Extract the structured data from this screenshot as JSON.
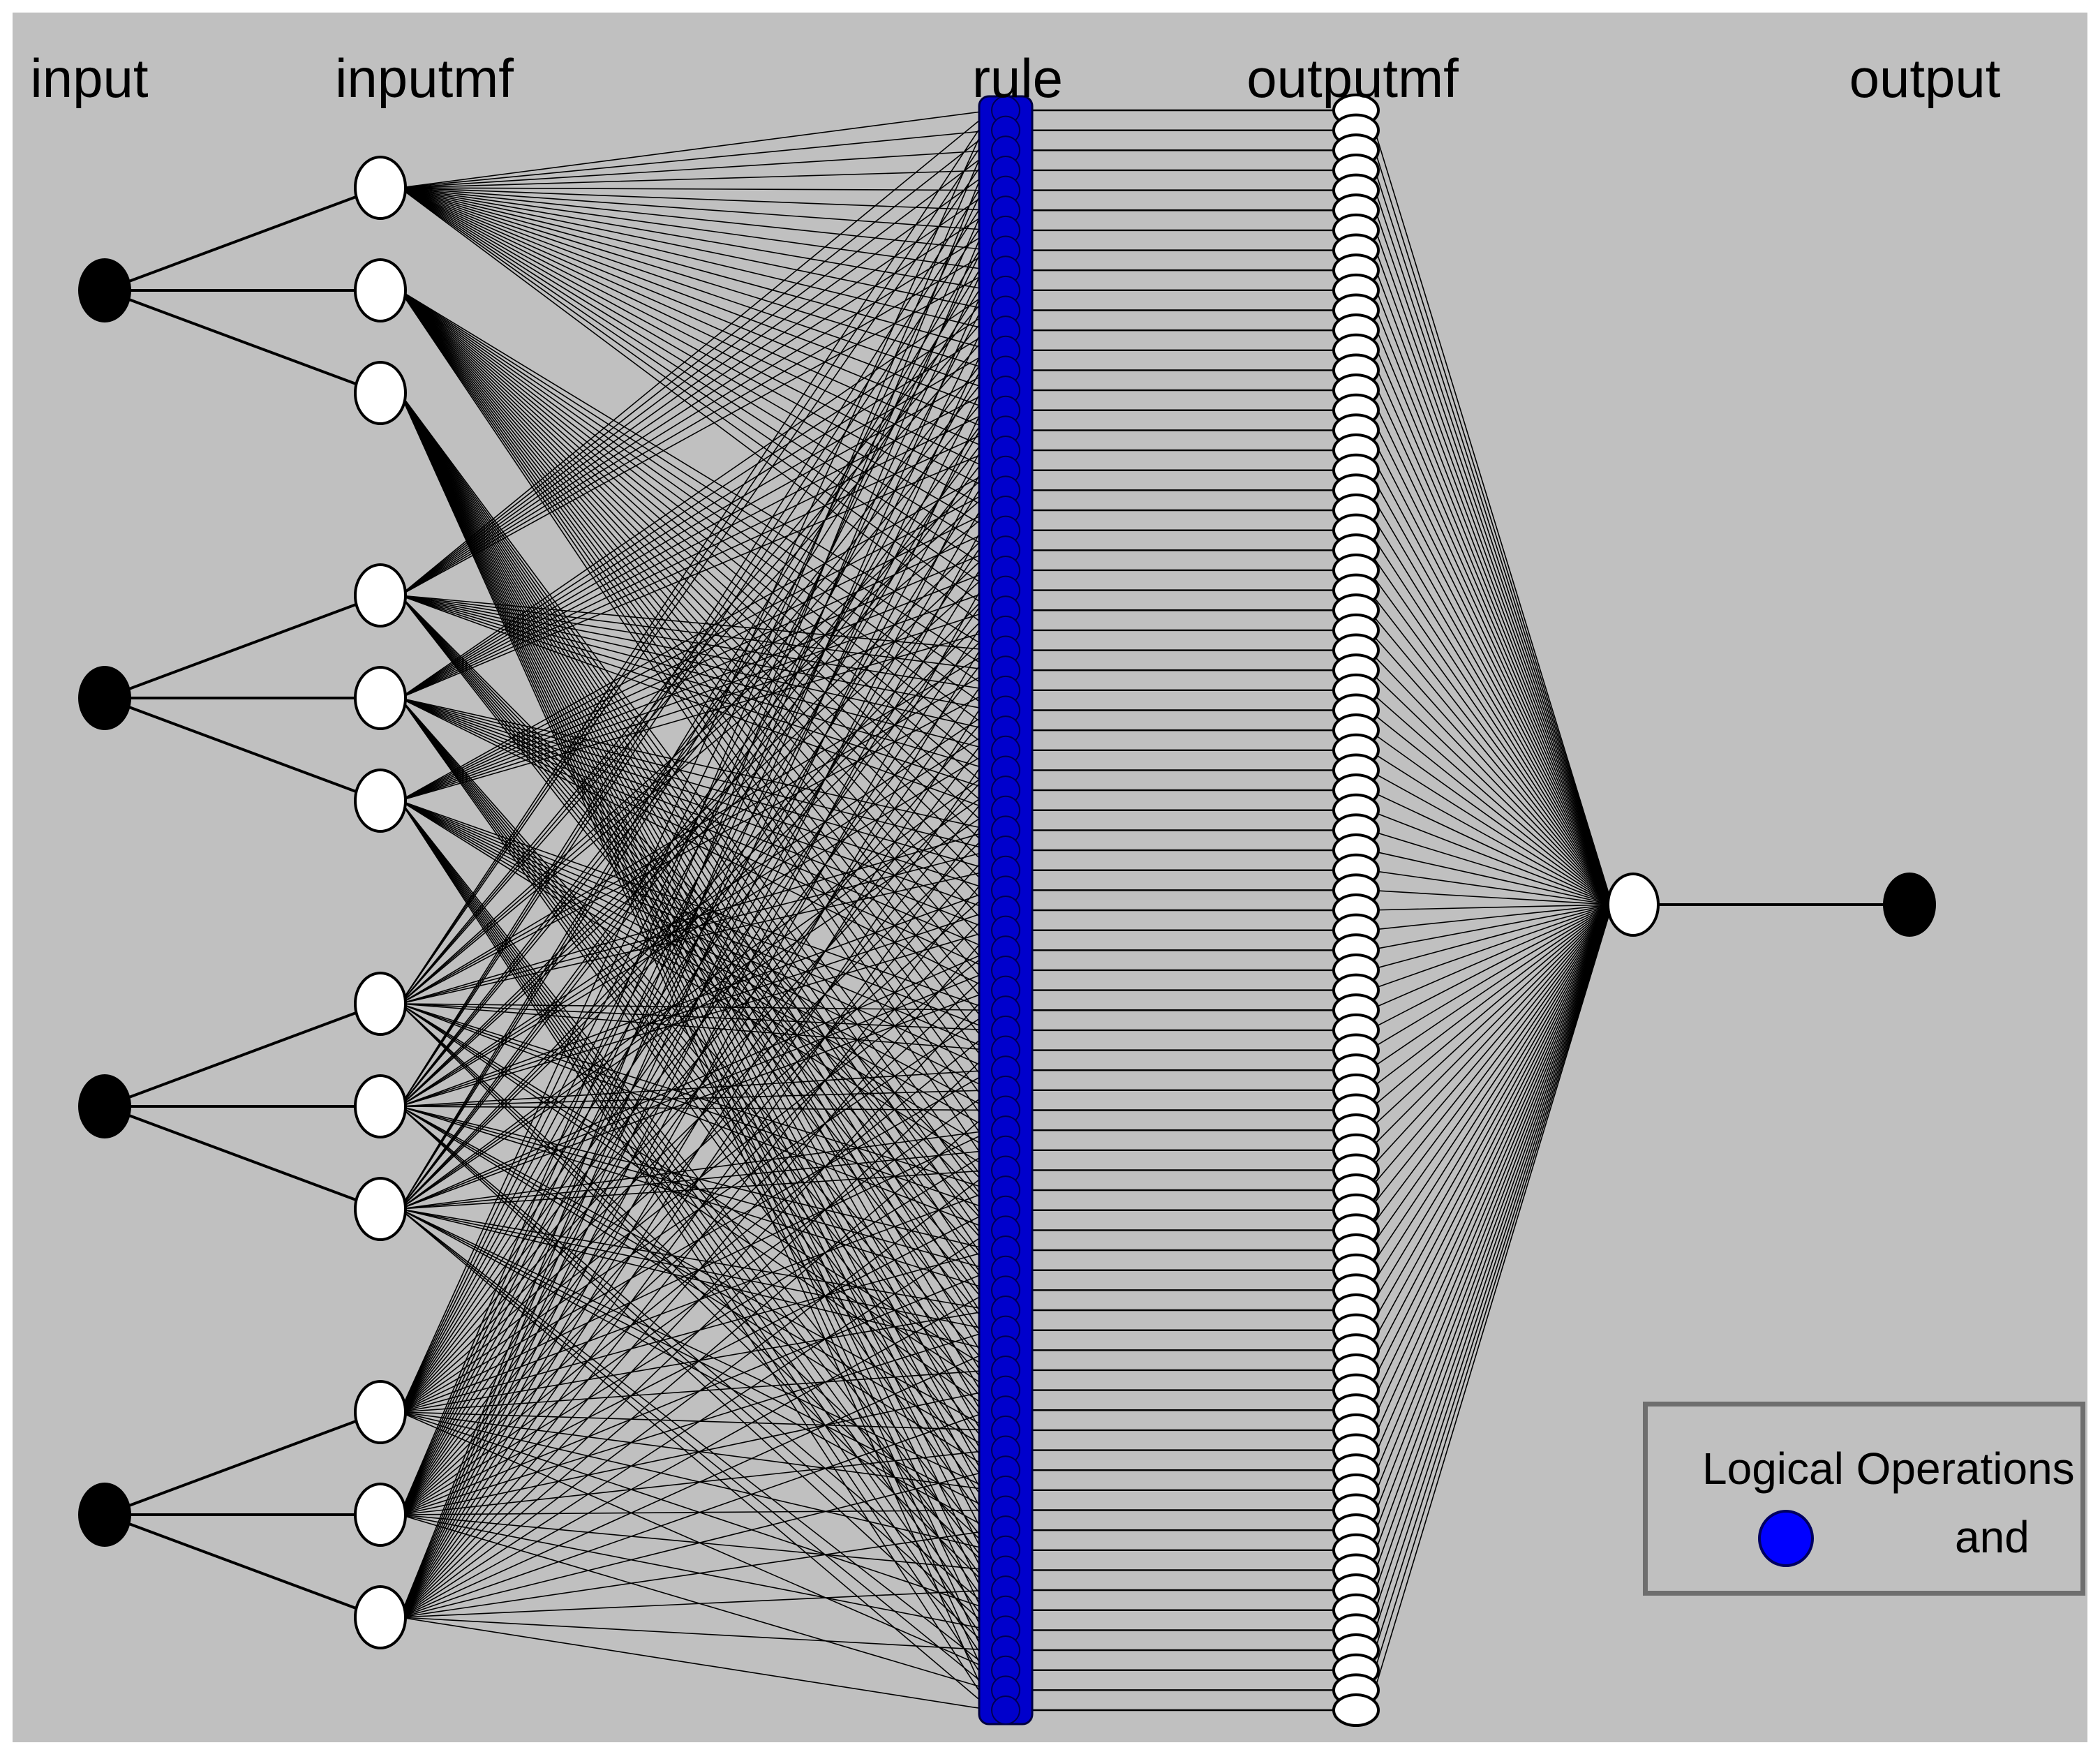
{
  "labels": {
    "input": "input",
    "inputmf": "inputmf",
    "rule": "rule",
    "outputmf": "outputmf",
    "output": "output"
  },
  "network": {
    "inputs": 4,
    "mfs_per_input": 3,
    "rules": 81,
    "outputmfs": 81,
    "outputs": 1
  },
  "legend": {
    "title": "Logical Operations",
    "item": "and"
  },
  "colors": {
    "background": "#c0c0c0",
    "rule": "#0000cc",
    "input_node": "#000000",
    "mf_node": "#ffffff",
    "lines": "#000000",
    "legend_dot": "#0000ff"
  }
}
